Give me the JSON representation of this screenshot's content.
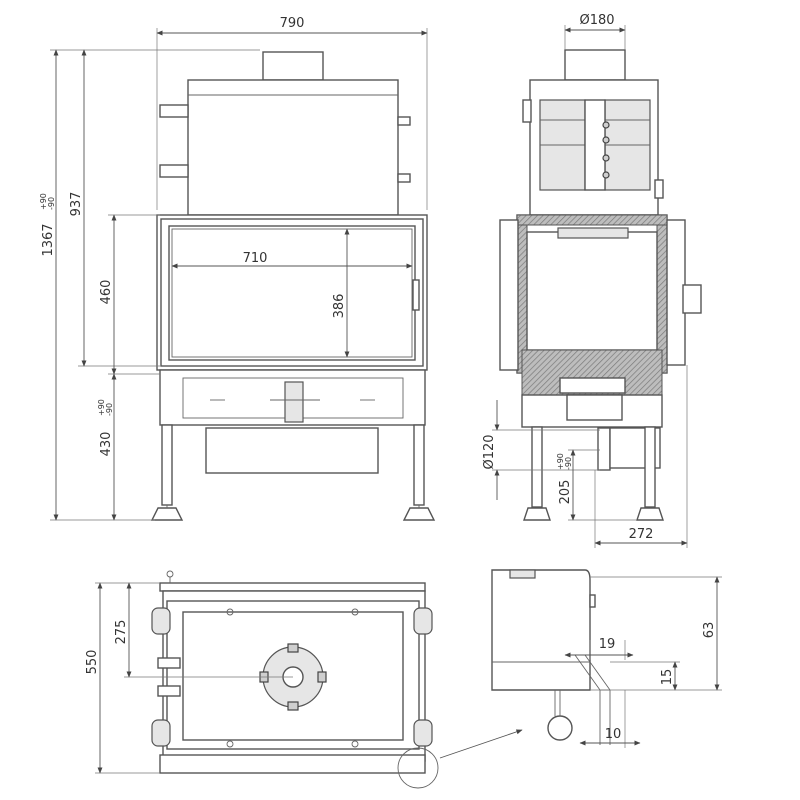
{
  "dimensions": {
    "front_width": "790",
    "front_total_height": "1367",
    "front_total_height_tol": "+90",
    "front_total_height_tol2": "-90",
    "front_height_937": "937",
    "front_height_460": "460",
    "front_leg_height": "430",
    "front_leg_height_tol": "+90",
    "front_leg_height_tol2": "-90",
    "glass_width": "710",
    "glass_height": "386",
    "flue_diameter": "Ø180",
    "air_inlet_diameter": "Ø120",
    "air_inlet_height": "205",
    "air_inlet_height_tol": "+90",
    "air_inlet_height_tol2": "-90",
    "side_depth": "272",
    "top_depth": "550",
    "top_offset": "275",
    "detail_63": "63",
    "detail_19": "19",
    "detail_15": "15",
    "detail_10": "10"
  },
  "colors": {
    "line": "#555555",
    "fill_grey": "#e6e6e6",
    "fill_dark": "#cfcfcf",
    "background": "#ffffff"
  }
}
